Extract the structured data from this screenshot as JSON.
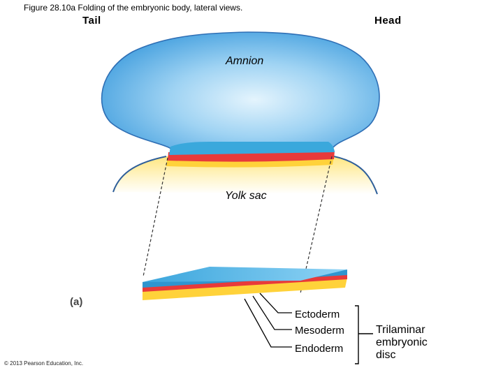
{
  "title": "Figure 28.10a  Folding of the embryonic body, lateral views.",
  "orientation": {
    "tail": "Tail",
    "head": "Head"
  },
  "structures": {
    "amnion": "Amnion",
    "yolk_sac": "Yolk sac"
  },
  "panel_label": "(a)",
  "layers": [
    "Ectoderm",
    "Mesoderm",
    "Endoderm"
  ],
  "bracket_label": "Trilaminar embryonic disc",
  "copyright": "© 2013 Pearson Education, Inc.",
  "colors": {
    "amnion": "#5aaee6",
    "ectoderm": "#3aa8dc",
    "mesoderm": "#e83a3a",
    "endoderm": "#ffd23a",
    "yolk_sac": "#fff0b0"
  }
}
